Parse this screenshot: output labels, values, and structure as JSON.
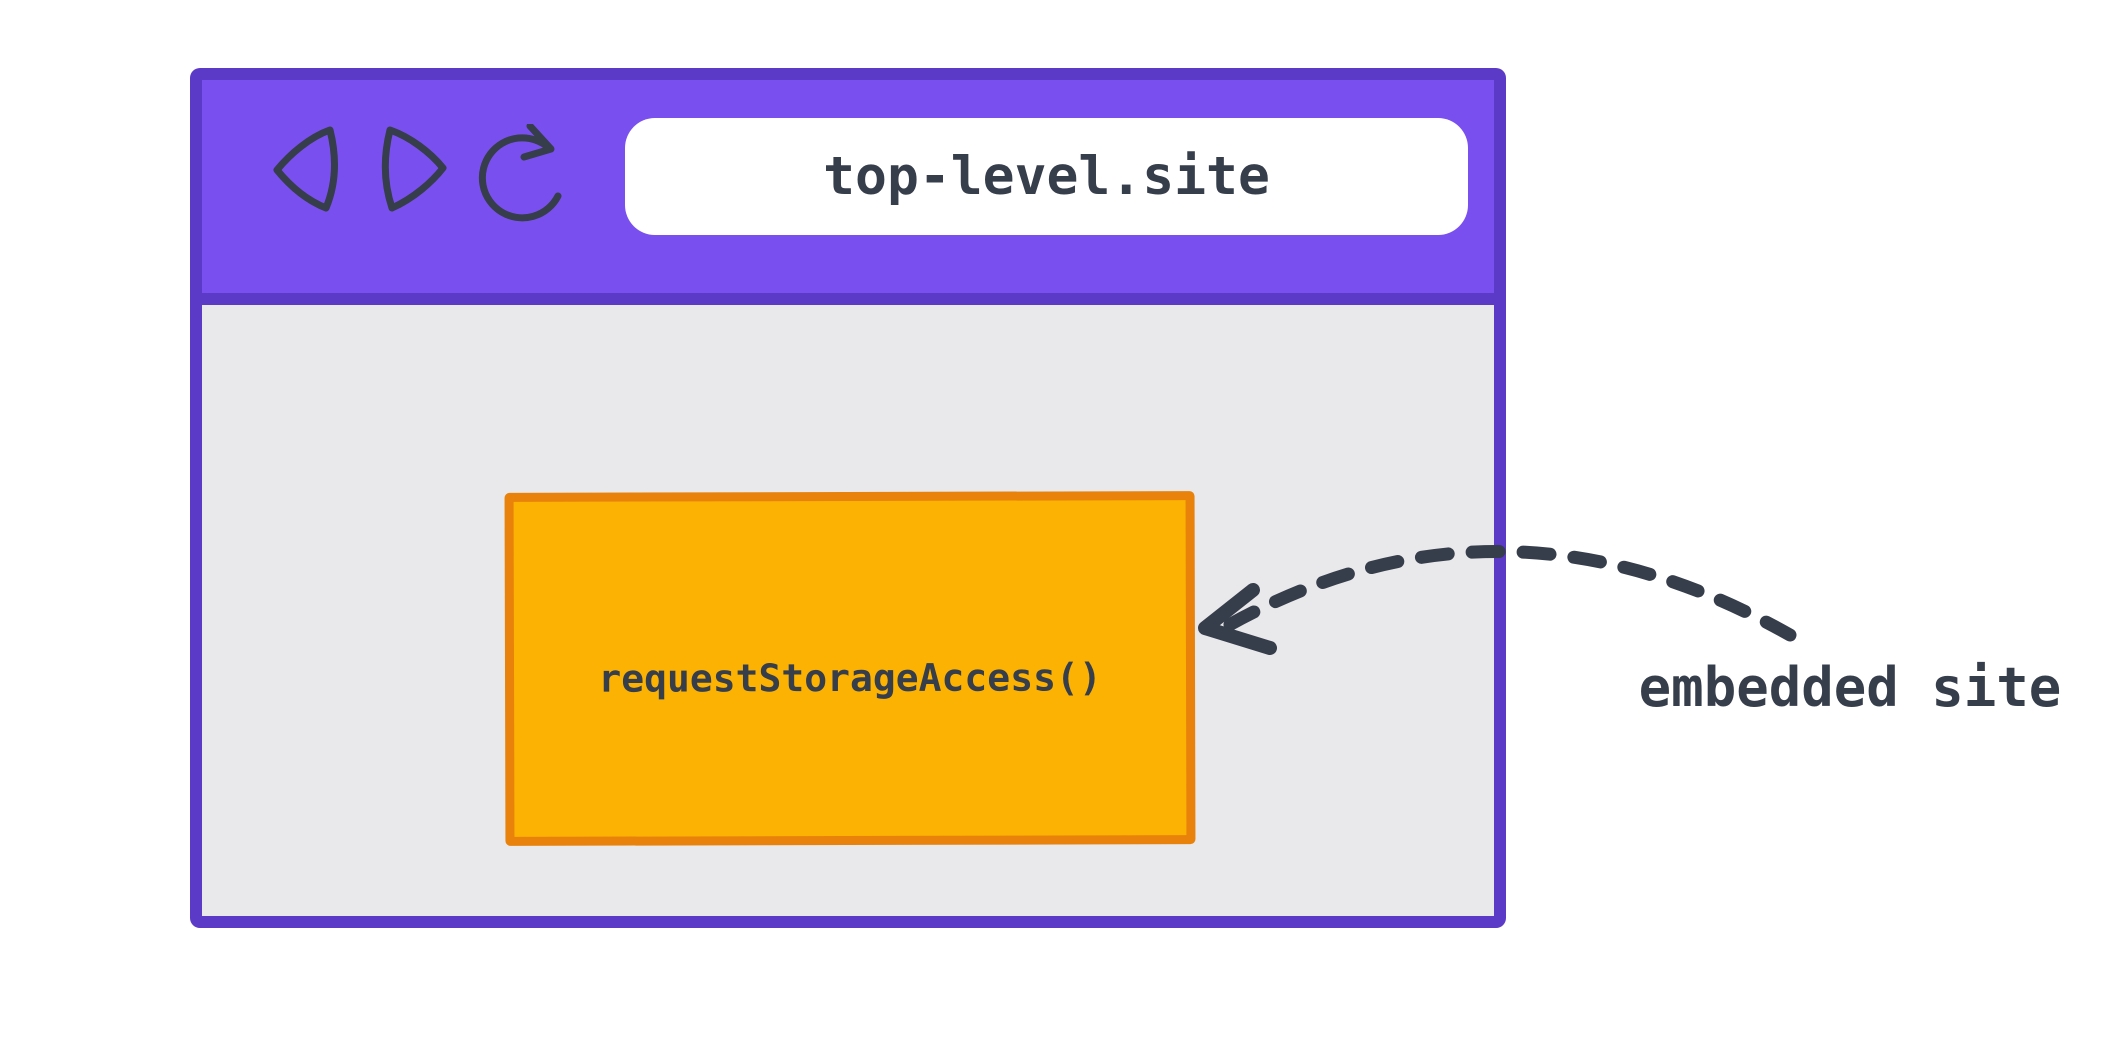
{
  "diagram": {
    "browser_window": {
      "nav": {
        "back_icon": "back-arrow",
        "forward_icon": "forward-arrow",
        "reload_icon": "reload-arrow"
      },
      "address_bar": {
        "url": "top-level.site"
      },
      "embedded_frame": {
        "label": "requestStorageAccess()"
      }
    },
    "annotation": {
      "label": "embedded site"
    },
    "colors": {
      "titlebar": "#7a4fef",
      "window_border": "#5b3ac8",
      "content_bg": "#e9e8ea",
      "frame_fill": "#fbb203",
      "frame_border": "#e8820a",
      "ink": "#363d4b",
      "address_bar_bg": "#ffffff"
    }
  }
}
